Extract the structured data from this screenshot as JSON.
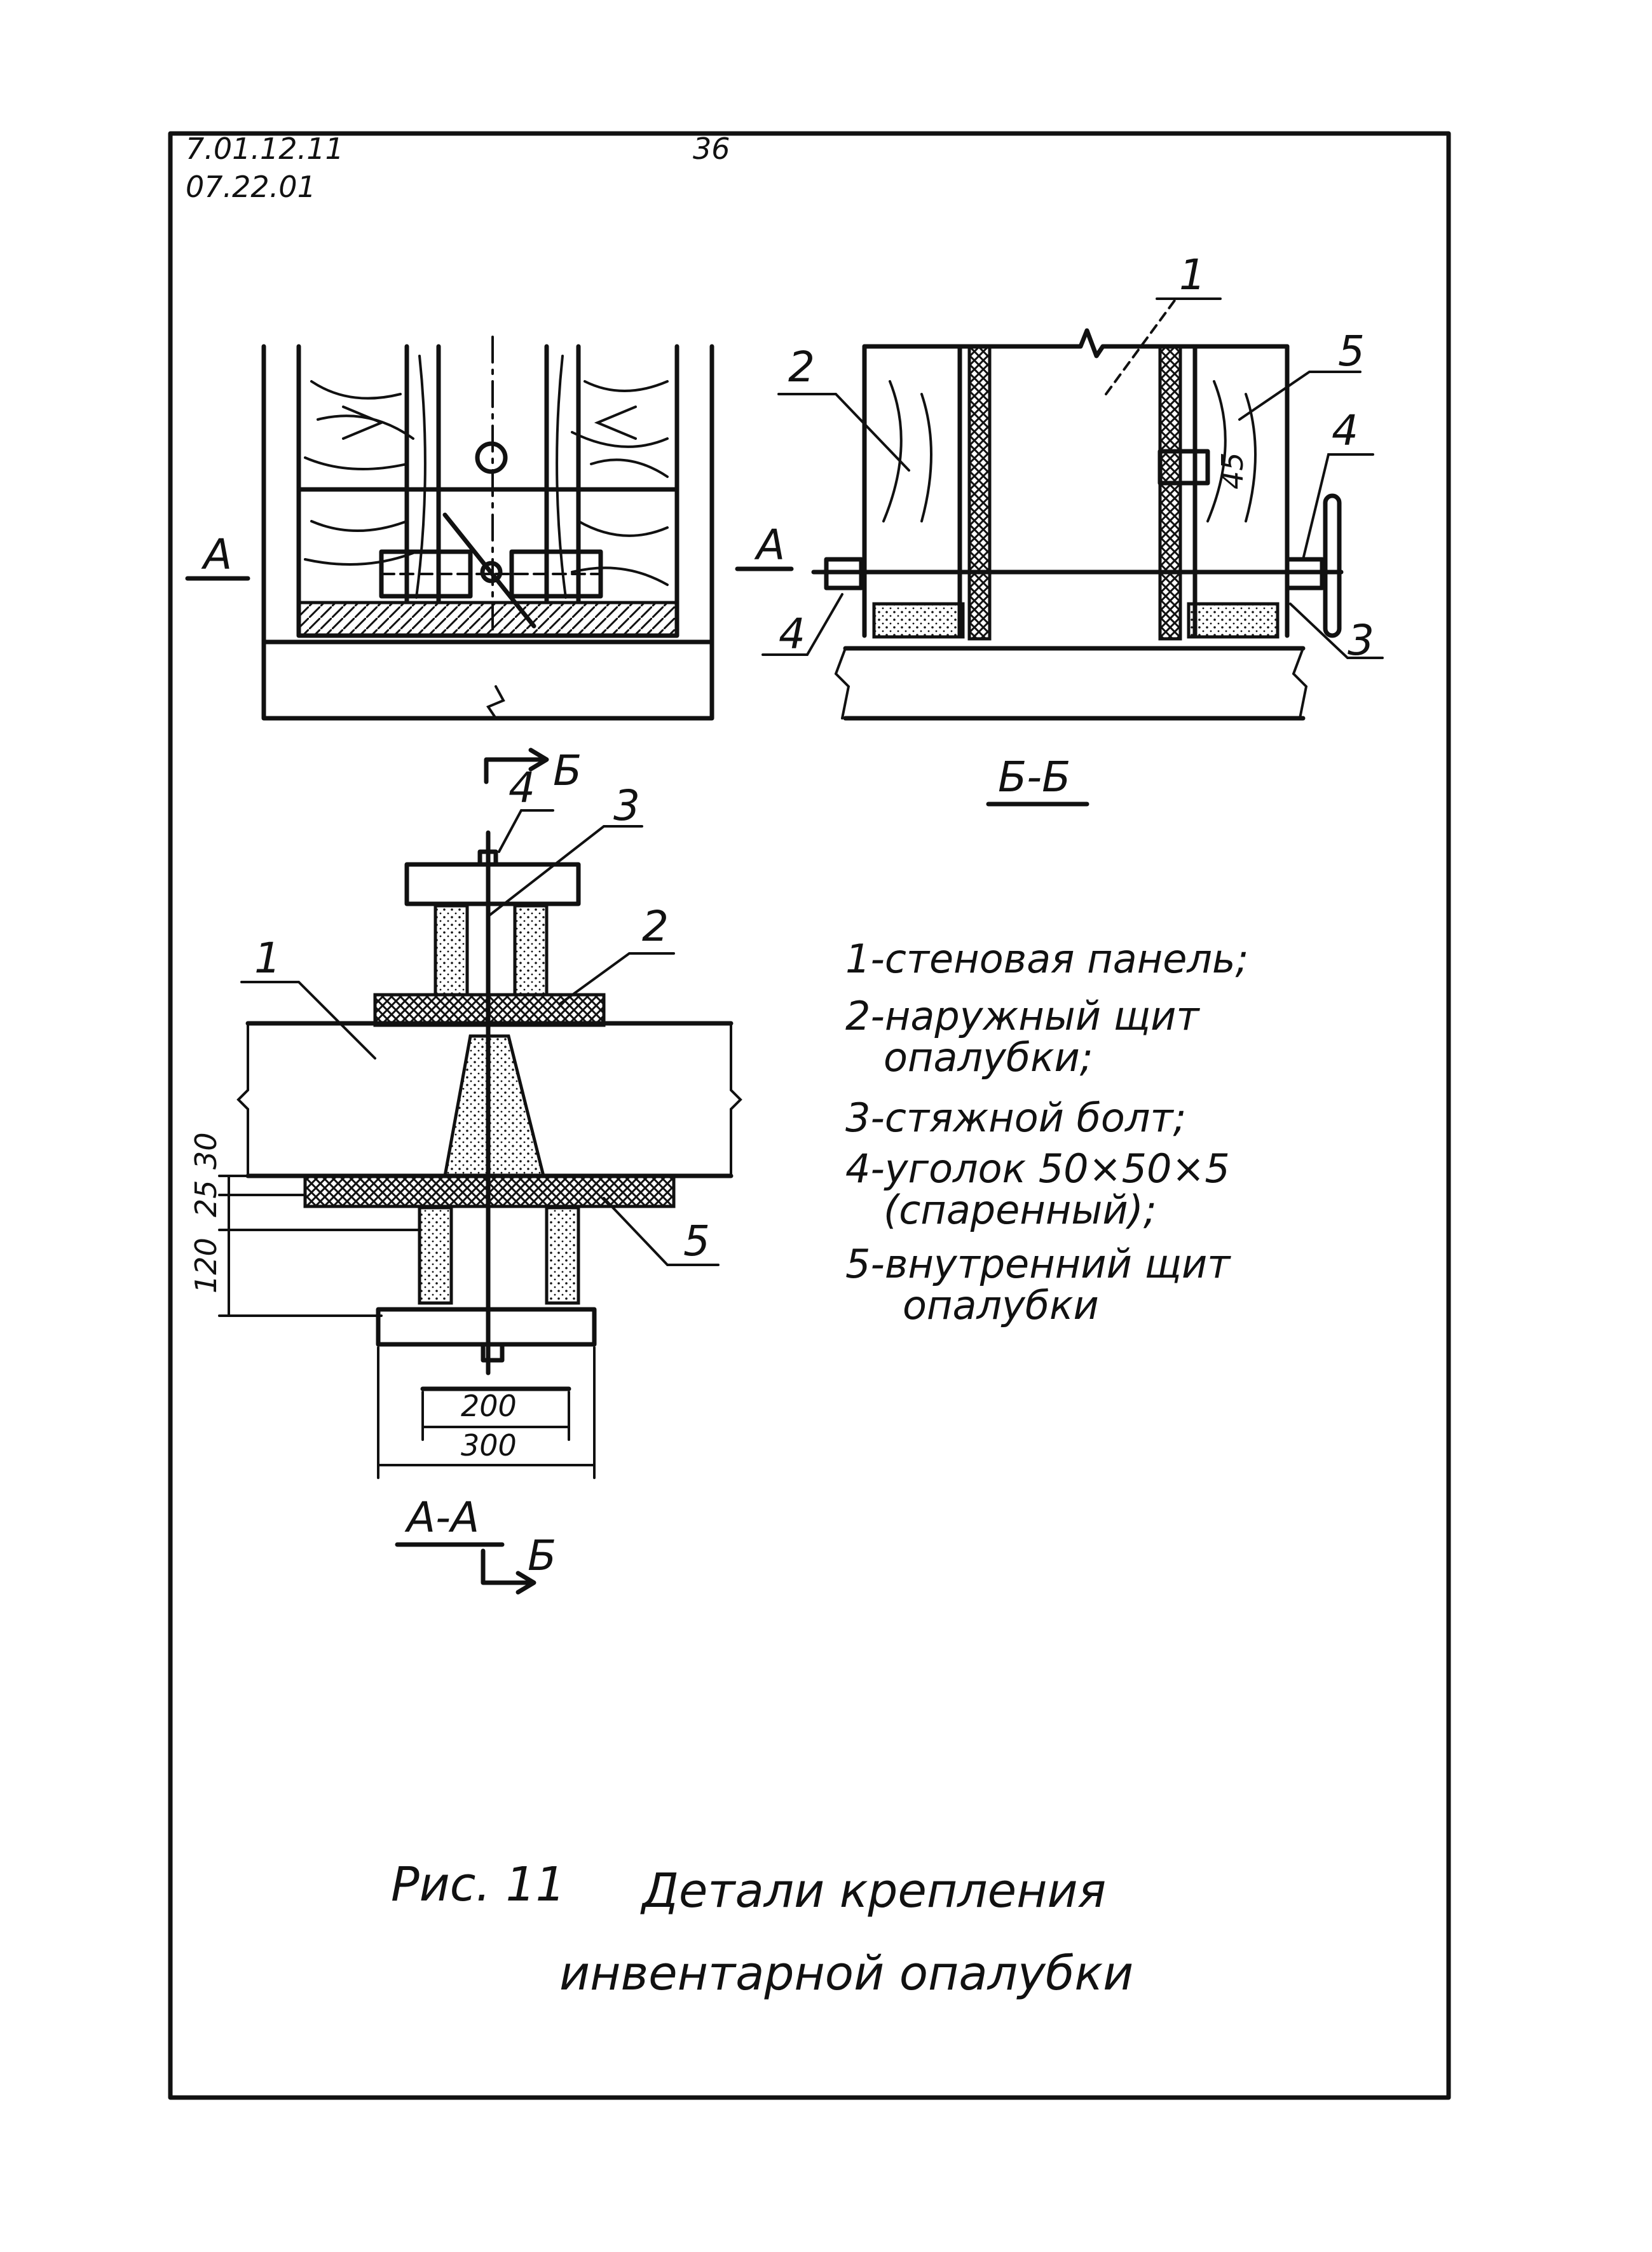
{
  "sheet": {
    "code_line1": "7.01.12.11",
    "code_line2": "07.22.01",
    "page_number": "36"
  },
  "views": {
    "facade": {
      "cut_mark_a": "А"
    },
    "section_bb": {
      "title": "Б-Б",
      "cut_mark_a": "А",
      "callouts": [
        "1",
        "2",
        "3",
        "4",
        "4",
        "5"
      ],
      "dimension": "45"
    },
    "section_aa": {
      "title": "А-А",
      "cut_mark_top": "Б",
      "cut_mark_bottom": "Б",
      "callouts": [
        "1",
        "2",
        "3",
        "4",
        "5"
      ],
      "dimensions": {
        "d30": "30",
        "d25": "25",
        "d120": "120",
        "d200": "200",
        "d300": "300"
      }
    }
  },
  "legend": {
    "item1": "1-стеновая панель;",
    "item2a": "2-наружный щит",
    "item2b": "опалубки;",
    "item3": "3-стяжной болт;",
    "item4a": "4-уголок 50×50×5",
    "item4b": "(спаренный);",
    "item5a": "5-внутренний щит",
    "item5b": "опалубки"
  },
  "caption": {
    "figure": "Рис. 11",
    "line1": "Детали крепления",
    "line2": "инвентарной опалубки"
  }
}
